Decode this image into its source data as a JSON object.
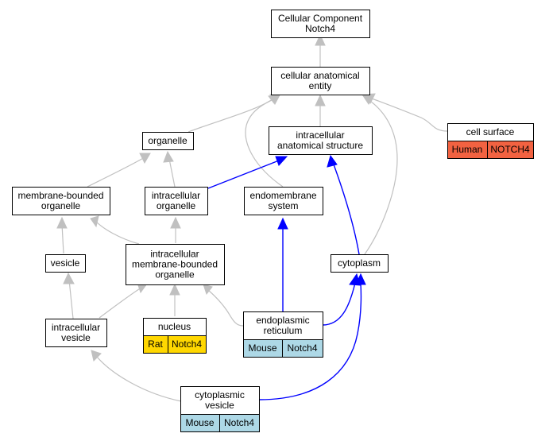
{
  "colors": {
    "gray_edge": "#c0c0c0",
    "blue_edge": "#0000ff",
    "human": "#f26241",
    "rat": "#ffd700",
    "mouse": "#add8e6"
  },
  "nodes": {
    "root": {
      "lines": [
        "Cellular Component",
        "Notch4"
      ]
    },
    "cellular_anatomical_entity": {
      "lines": [
        "cellular anatomical",
        "entity"
      ]
    },
    "organelle": {
      "lines": [
        "organelle"
      ]
    },
    "intracellular_anatomical_structure": {
      "lines": [
        "intracellular",
        "anatomical structure"
      ]
    },
    "cell_surface": {
      "lines": [
        "cell surface"
      ],
      "badges": [
        "Human",
        "NOTCH4"
      ]
    },
    "membrane_bounded_organelle": {
      "lines": [
        "membrane-bounded",
        "organelle"
      ]
    },
    "intracellular_organelle": {
      "lines": [
        "intracellular",
        "organelle"
      ]
    },
    "endomembrane_system": {
      "lines": [
        "endomembrane",
        "system"
      ]
    },
    "vesicle": {
      "lines": [
        "vesicle"
      ]
    },
    "intracellular_membrane_bounded_organelle": {
      "lines": [
        "intracellular",
        "membrane-bounded",
        "organelle"
      ]
    },
    "cytoplasm": {
      "lines": [
        "cytoplasm"
      ]
    },
    "intracellular_vesicle": {
      "lines": [
        "intracellular",
        "vesicle"
      ]
    },
    "nucleus": {
      "lines": [
        "nucleus"
      ],
      "badges": [
        "Rat",
        "Notch4"
      ]
    },
    "endoplasmic_reticulum": {
      "lines": [
        "endoplasmic",
        "reticulum"
      ],
      "badges": [
        "Mouse",
        "Notch4"
      ]
    },
    "cytoplasmic_vesicle": {
      "lines": [
        "cytoplasmic",
        "vesicle"
      ],
      "badges": [
        "Mouse",
        "Notch4"
      ]
    }
  }
}
